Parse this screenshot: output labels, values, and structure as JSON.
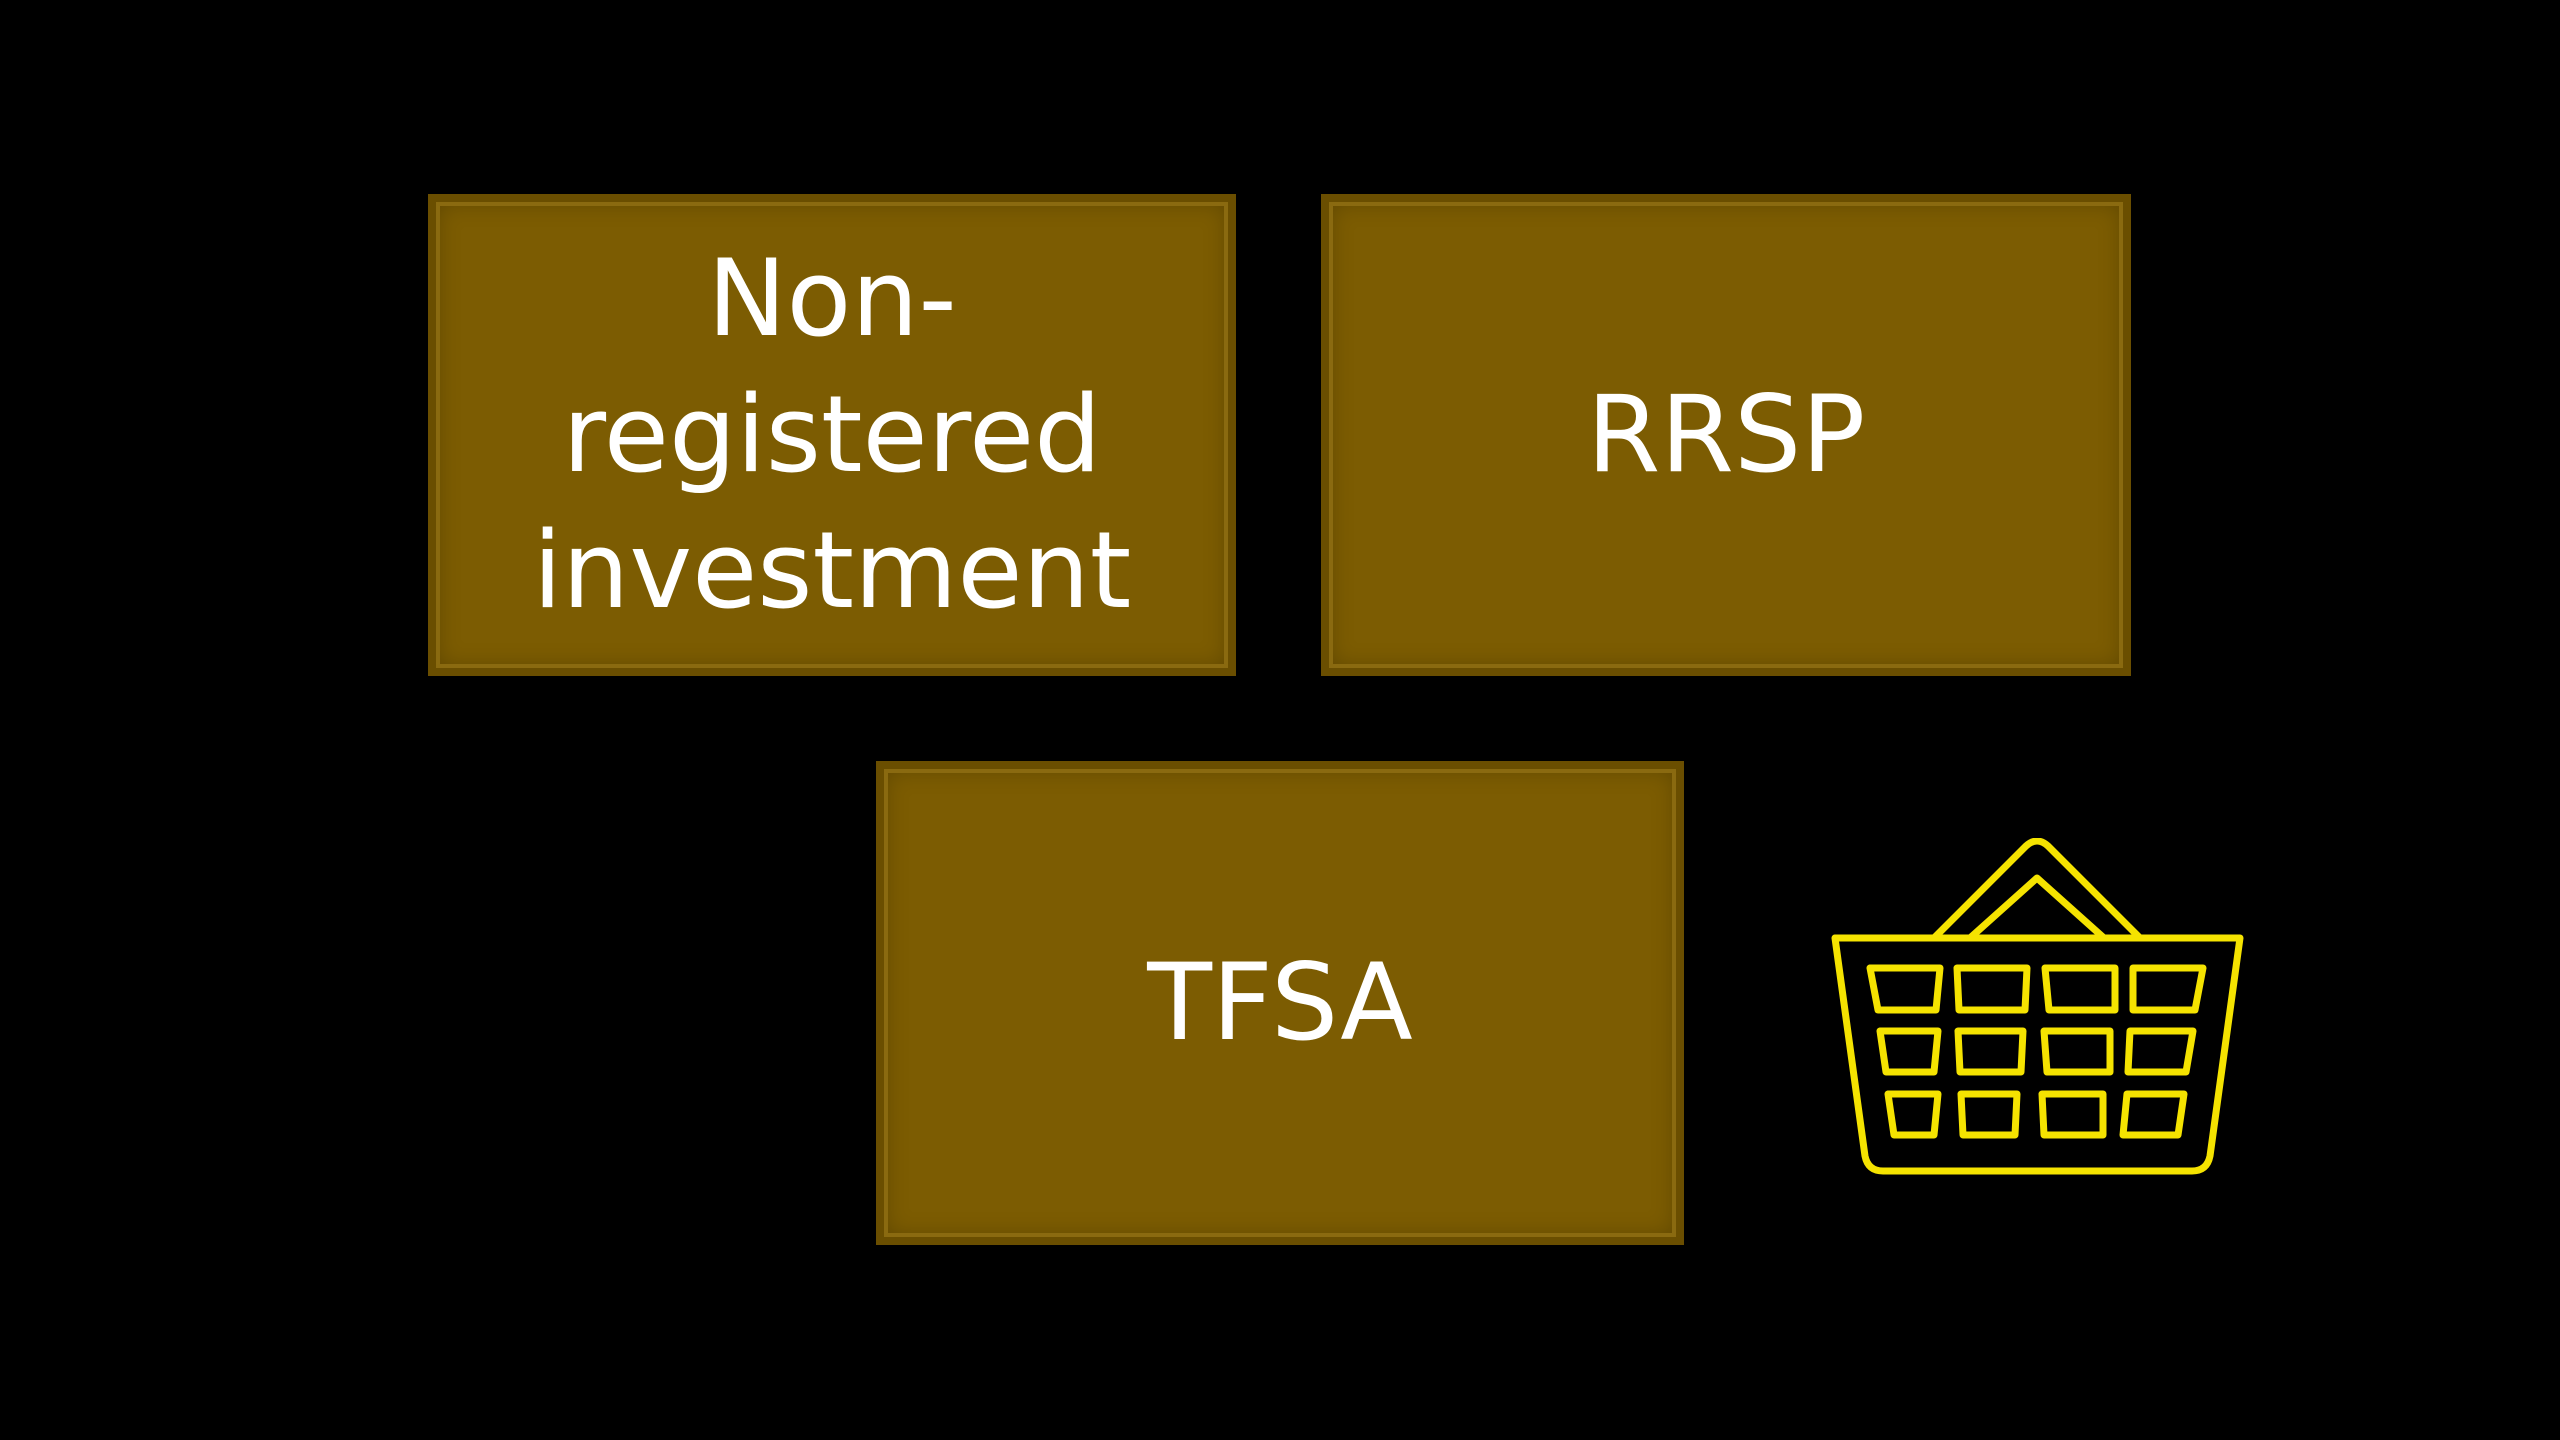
{
  "slide": {
    "boxes": {
      "non_registered": "Non-\nregistered\ninvestment",
      "rrsp": "RRSP",
      "tfsa": "TFSA"
    },
    "icon": "shopping-basket-icon",
    "colors": {
      "background": "#000000",
      "box_fill": "#7c5c02",
      "box_border": "#6a4e00",
      "text": "#ffffff",
      "icon_stroke": "#f5e300"
    }
  }
}
